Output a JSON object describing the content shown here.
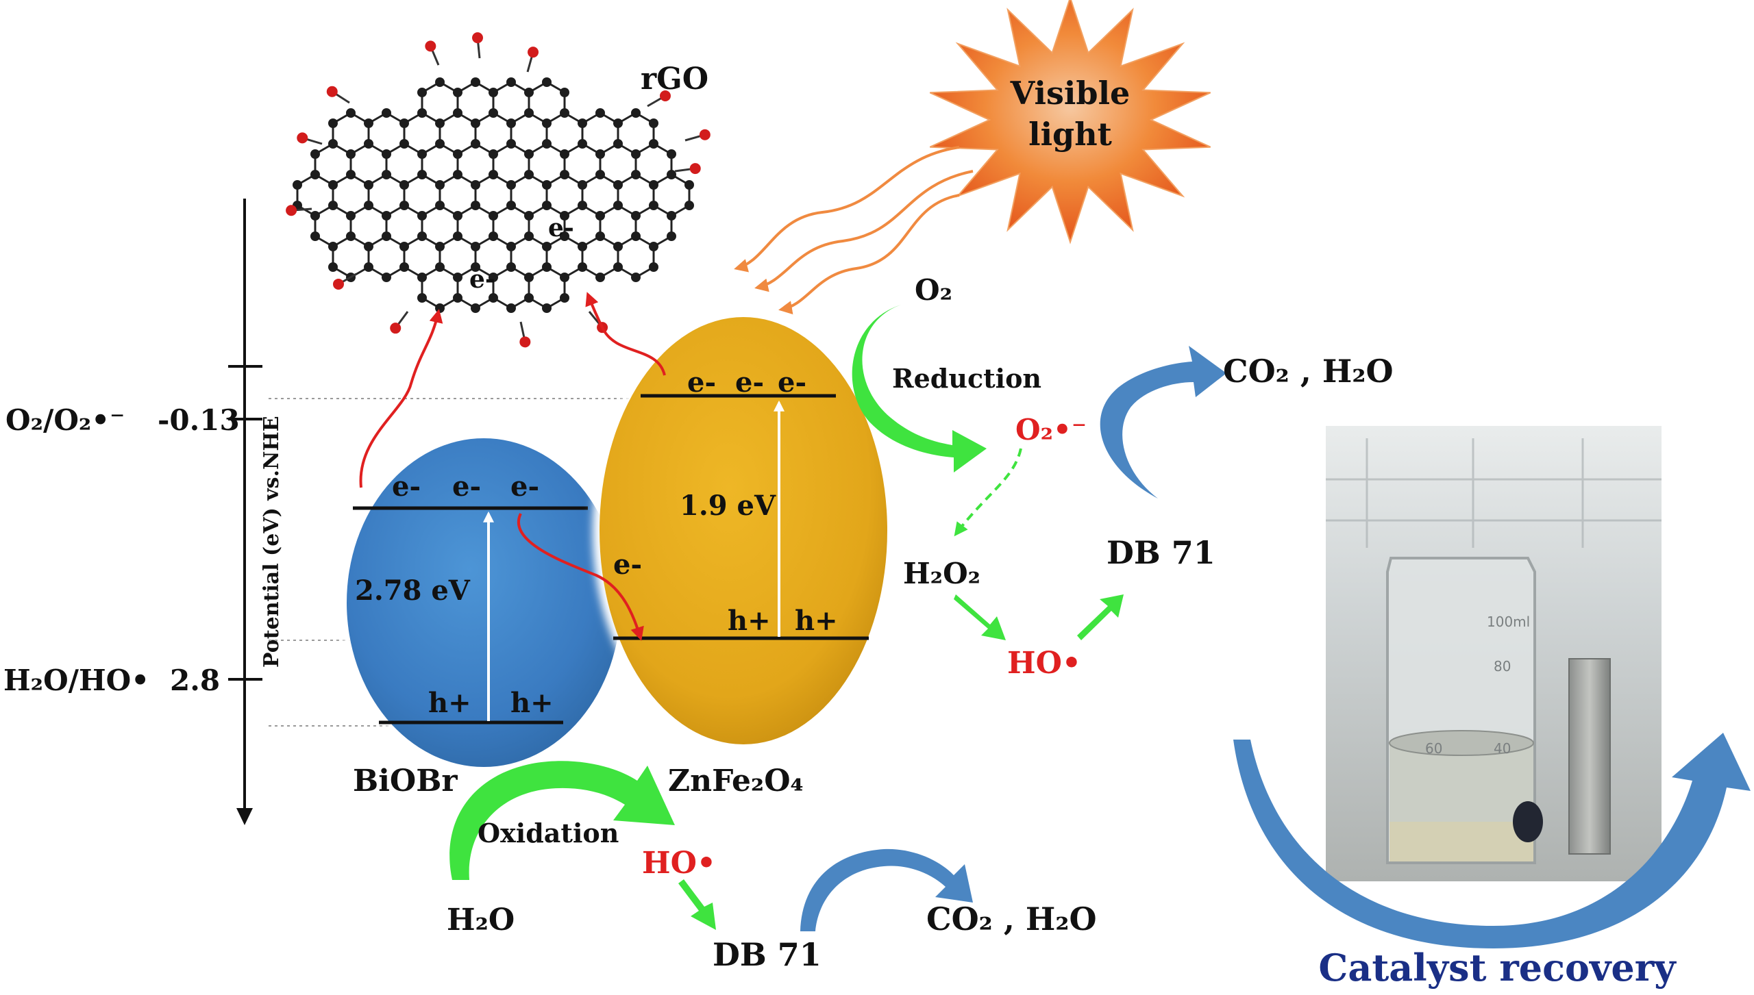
{
  "rgo": {
    "label": "rGO",
    "electron_labels": [
      "e-",
      "e-"
    ]
  },
  "light": {
    "label_line1": "Visible",
    "label_line2": "light"
  },
  "axis": {
    "title": "Potential (eV) vs.NHE"
  },
  "potentials": {
    "o2": {
      "label": "O₂/O₂•⁻",
      "value": "-0.13"
    },
    "h2o": {
      "label": "H₂O/HO•",
      "value": "2.8"
    }
  },
  "biobr": {
    "label": "BiOBr",
    "gap": "2.78 eV",
    "cb_electrons": [
      "e-",
      "e-",
      "e-"
    ],
    "vb_holes": [
      "h+",
      "h+"
    ]
  },
  "znfe2o4": {
    "label": "ZnFe₂O₄",
    "gap": "1.9 eV",
    "cb_electrons": [
      "e-",
      "e-",
      "e-"
    ],
    "vb_holes": [
      "h+",
      "h+"
    ],
    "transfer_electron": "e-"
  },
  "reduction": {
    "o2": "O₂",
    "label": "Reduction",
    "superoxide": "O₂•⁻",
    "h2o2": "H₂O₂",
    "ho": "HO•",
    "pollutant": "DB 71",
    "products": "CO₂ , H₂O"
  },
  "oxidation": {
    "label": "Oxidation",
    "ho": "HO•",
    "h2o": "H₂O",
    "pollutant": "DB 71",
    "products": "CO₂ , H₂O"
  },
  "recovery": {
    "title": "Catalyst recovery",
    "beaker_labels": [
      "100ml",
      "80",
      "60",
      "40"
    ]
  },
  "colors": {
    "biobr": "#3d7fc4",
    "znfe2o4": "#e2a91a",
    "green_arrow": "#3fe33f",
    "blue_arrow": "#4b86c2",
    "red_text": "#e02020",
    "recovery_text": "#1a2f86",
    "sun": "#f07a2e"
  }
}
